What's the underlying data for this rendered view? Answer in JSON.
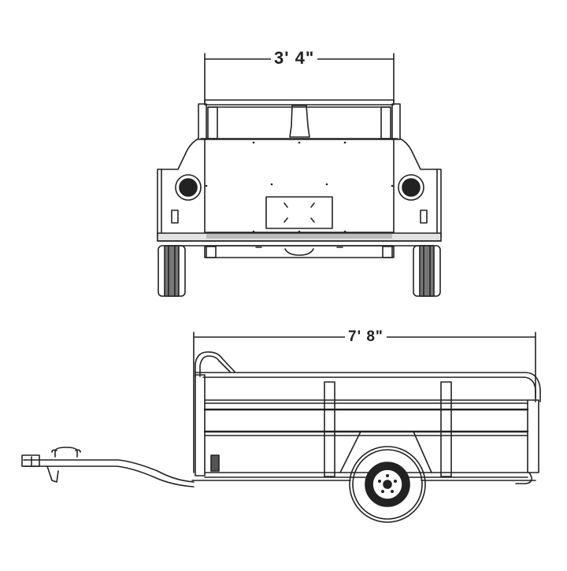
{
  "diagram": {
    "subject": "utility trailer dimension drawing",
    "stroke_color": "#222222",
    "fill_gray": "#bbbbbb",
    "views": [
      {
        "name": "rear view",
        "dimension": {
          "label": "3' 4\"",
          "axis": "horizontal"
        }
      },
      {
        "name": "side view",
        "dimension": {
          "label": "7' 8\"",
          "axis": "horizontal"
        }
      }
    ]
  }
}
